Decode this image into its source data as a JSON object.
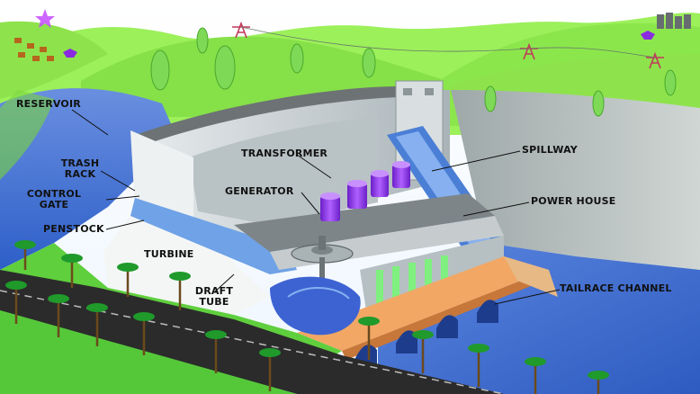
{
  "labels": {
    "reservoir": "RESERVOIR",
    "trash_rack_1": "TRASH",
    "trash_rack_2": "RACK",
    "control_gate_1": "CONTROL",
    "control_gate_2": "GATE",
    "penstock": "PENSTOCK",
    "turbine": "TURBINE",
    "draft_tube_1": "DRAFT",
    "draft_tube_2": "TUBE",
    "transformer": "TRANSFORMER",
    "generator": "GENERATOR",
    "spillway": "SPILLWAY",
    "power_house": "POWER HOUSE",
    "tailrace_channel": "TAILRACE CHANNEL"
  },
  "colors": {
    "hills": "#8fe84a",
    "water": "#3f6fd1",
    "dam": "#cfd6d8",
    "transformer": "#8a2be2",
    "road": "#2b2b2b",
    "deck": "#f0a060"
  }
}
